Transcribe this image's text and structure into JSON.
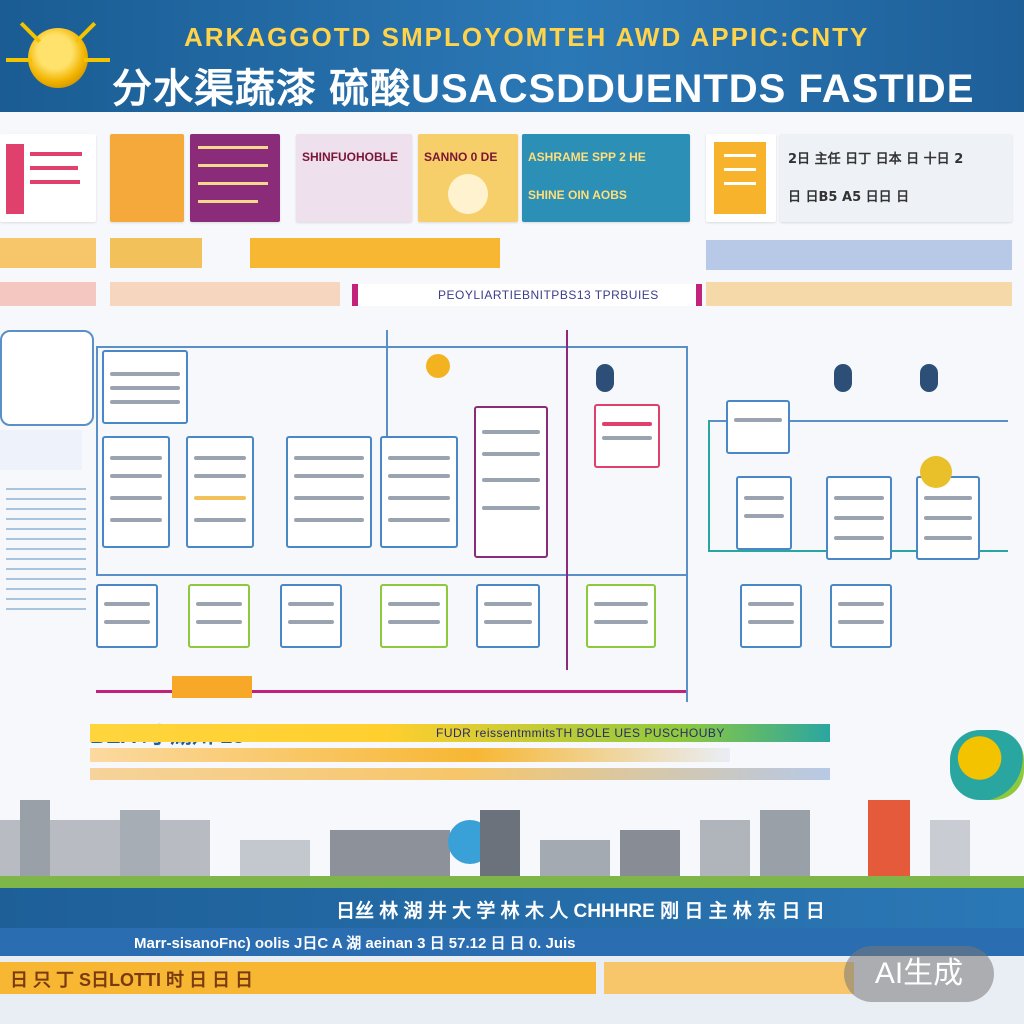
{
  "header": {
    "title_top": "ARKAGGOTD  SMPLOYOMTEH AWD APPIC:CNTY",
    "title_main": "分水渠蔬漆  硫酸USACSDDUENTDS  FASTIDE",
    "sun_icon": "sun-icon"
  },
  "top_cards": [
    {
      "text": "SHINFUOHOBLE",
      "color": "#efe0ee"
    },
    {
      "text": "SANNO 0 DE",
      "color": "#f7cf6a"
    },
    {
      "text": "ASHRAME  SPP 2 HE",
      "color": "#2c8fb5"
    },
    {
      "text": "SHINE  OIN AOBS",
      "color": "#3aa0be"
    }
  ],
  "right_notice": {
    "line1": "2日 主任 日丁 日本 日 十日 2",
    "line2": "日 日B5  A5 日日 日"
  },
  "band_title": "PEOYLIARTIEBNITPBS13 TPRBUIES",
  "mid_banner": {
    "left": "BEA 时 湖州 18",
    "center": "FUDR reissentmmitsTH BOLE UES PUSCHOUBY"
  },
  "footer": {
    "line1": "日丝 林 湖 井 大 学 林 木 人 CHHHRE 刚 日 主 林 东 日 日",
    "line2": "Marr-sisanoFnc) oolis  J日C  A 湖 aeinan  3 日 57.12  日 日 0.  Juis",
    "line3": "日 只 丁  S日LOTTI   时 日 日 日"
  },
  "badge": "AI生成",
  "colors": {
    "header_blue": "#1e5f98",
    "title_yellow": "#ffd34a",
    "node_blue": "#4a87c6",
    "accent_magenta": "#c2227a",
    "accent_orange": "#f7a828"
  }
}
